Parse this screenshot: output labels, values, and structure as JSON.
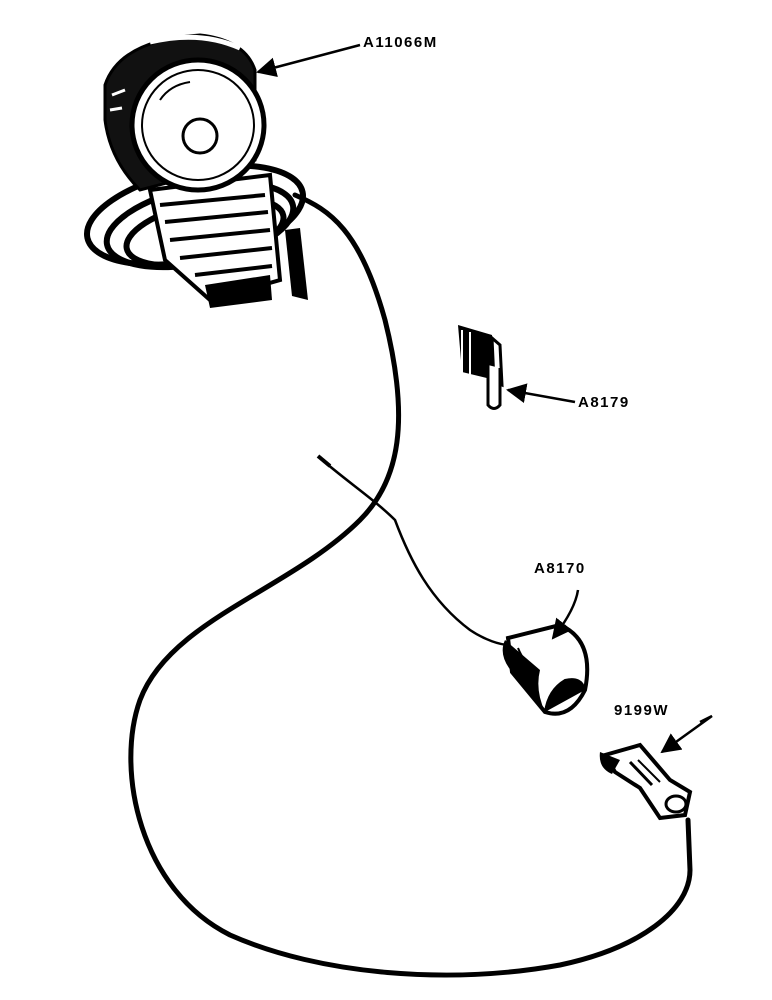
{
  "diagram": {
    "labels": {
      "a11066m": "A11066M",
      "a8179": "A8179",
      "a8170": "A8170",
      "p9199w": "9199W"
    },
    "colors": {
      "ink": "#000000",
      "paper": "#ffffff",
      "shade": "#d9d9d9"
    }
  }
}
